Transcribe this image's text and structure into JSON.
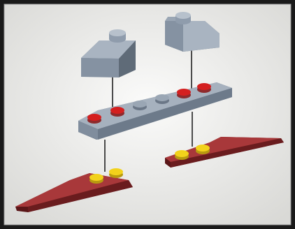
{
  "frame": {
    "border_color": "#1a1a1a",
    "background_color": "#efefed"
  },
  "parts": [
    {
      "name": "slope-brick-left",
      "kind": "slope 1x2",
      "color": "#7d8a9a"
    },
    {
      "name": "slope-brick-right",
      "kind": "slope 1x2",
      "color": "#7d8a9a"
    },
    {
      "name": "plate-1x6",
      "kind": "plate 1x6",
      "color": "#7d8a9a",
      "stud_colors": [
        "#d41f1f",
        "#d41f1f",
        "#7d8a9a",
        "#7d8a9a",
        "#d41f1f",
        "#d41f1f"
      ]
    },
    {
      "name": "wedge-left",
      "kind": "wedge plate",
      "color": "#8e2a2c",
      "stud_colors": [
        "#f2d21b",
        "#f2d21b"
      ]
    },
    {
      "name": "wedge-right",
      "kind": "wedge plate",
      "color": "#8e2a2c",
      "stud_colors": [
        "#f2d21b",
        "#f2d21b"
      ]
    }
  ],
  "colors": {
    "grey": "#7d8a9a",
    "grey_dark": "#5f6b78",
    "grey_light": "#a9b4c1",
    "red_stud": "#d41f1f",
    "brick_red": "#8e2a2c",
    "yellow_stud": "#f2d21b",
    "guide_line": "#222222"
  }
}
